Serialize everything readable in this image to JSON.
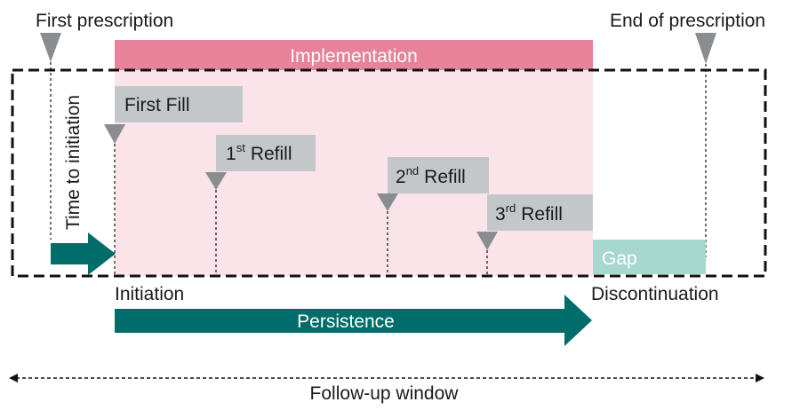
{
  "labels": {
    "first_prescription": "First prescription",
    "end_of_prescription": "End of prescription",
    "implementation": "Implementation",
    "first_fill": "First Fill",
    "refill_1_num": "1",
    "refill_1_sup": "st",
    "refill_2_num": "2",
    "refill_2_sup": "nd",
    "refill_3_num": "3",
    "refill_3_sup": "rd",
    "refill_word": "Refill",
    "time_to_initiation": "Time to initiation",
    "gap": "Gap",
    "initiation": "Initiation",
    "discontinuation": "Discontinuation",
    "persistence": "Persistence",
    "follow_up_window": "Follow-up window"
  },
  "colors": {
    "implementation_bar": "#e8829a",
    "implementation_area": "#fbe4e9",
    "fill_box": "#c4c7c9",
    "marker": "#8a8d90",
    "teal": "#006d6a",
    "gap": "#a7d8d0",
    "text_dark": "#1a1a1a",
    "text_white": "#ffffff"
  }
}
